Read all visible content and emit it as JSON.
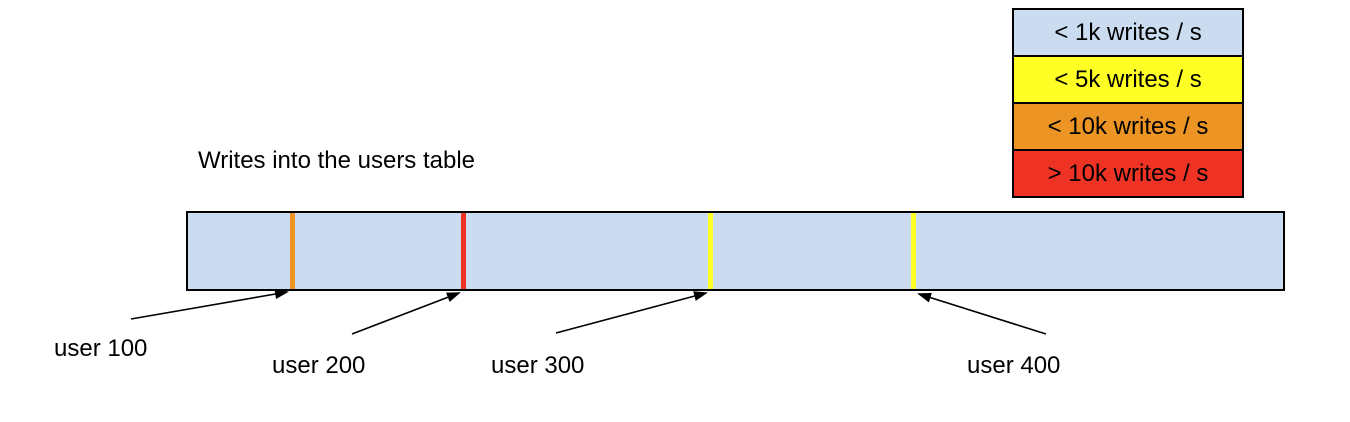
{
  "title": "Writes into the users table",
  "legend": {
    "items": [
      {
        "label": "< 1k writes / s",
        "color": "#cbdcf0"
      },
      {
        "label": "< 5k writes / s",
        "color": "#ffff26"
      },
      {
        "label": "< 10k writes / s",
        "color": "#ec9424"
      },
      {
        "label": "> 10k writes / s",
        "color": "#ee3224"
      }
    ]
  },
  "bar": {
    "fill_color": "#cbdcf0"
  },
  "markers": [
    {
      "label": "user 100",
      "color": "#ec9424"
    },
    {
      "label": "user 200",
      "color": "#ee3224"
    },
    {
      "label": "user 300",
      "color": "#ffff26"
    },
    {
      "label": "user 400",
      "color": "#ffff26"
    }
  ]
}
